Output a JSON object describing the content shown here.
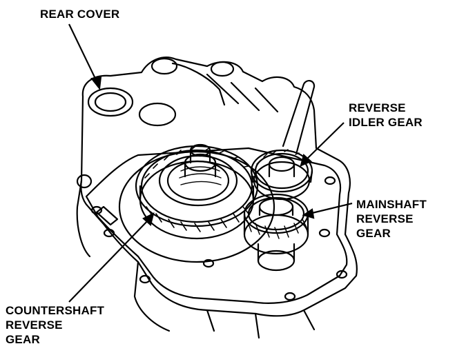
{
  "labels": {
    "rear_cover": "REAR COVER",
    "reverse_idler_gear": [
      "REVERSE",
      "IDLER GEAR"
    ],
    "mainshaft_reverse_gear": [
      "MAINSHAFT",
      "REVERSE",
      "GEAR"
    ],
    "countershaft_reverse_gear": [
      "COUNTERSHAFT",
      "REVERSE",
      "GEAR"
    ]
  }
}
